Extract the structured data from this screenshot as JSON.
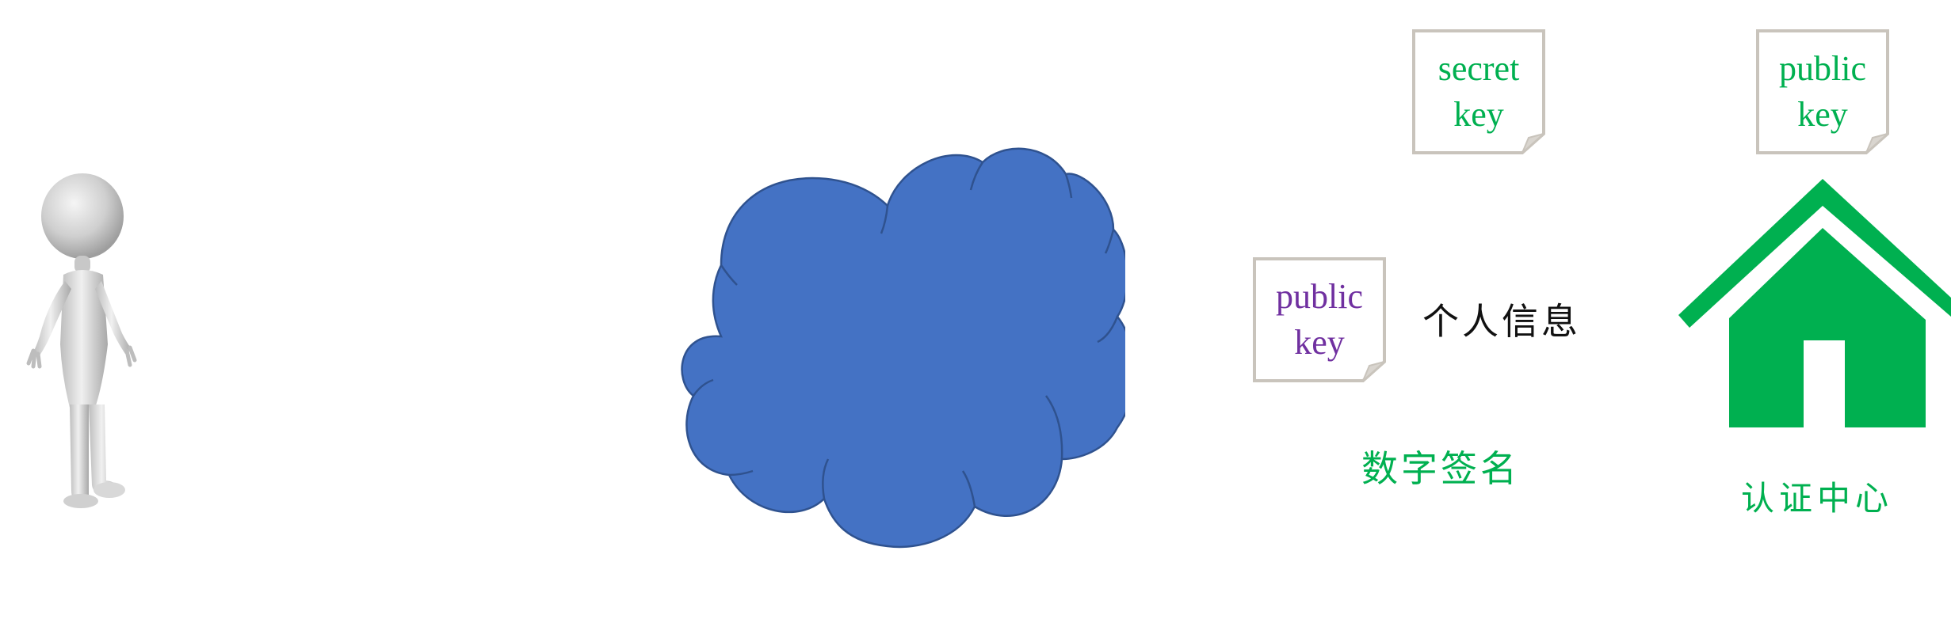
{
  "colors": {
    "cloud_fill": "#4472c4",
    "cloud_stroke": "#2f528f",
    "green": "#00b050",
    "purple": "#7030a0",
    "note_border": "#c9c4bc",
    "person_body": "#e6e6e6"
  },
  "icons": {
    "person": "3d-stick-figure-icon",
    "cloud": "network-cloud-icon",
    "house": "house-icon",
    "note": "sticky-note-icon"
  },
  "notes": {
    "secret_key": {
      "line1": "secret",
      "line2": "key"
    },
    "ca_public_key": {
      "line1": "public",
      "line2": "key"
    },
    "user_public_key": {
      "line1": "public",
      "line2": "key"
    }
  },
  "labels": {
    "personal_info": "个人信息",
    "digital_signature": "数字签名",
    "certificate_authority": "认证中心"
  }
}
